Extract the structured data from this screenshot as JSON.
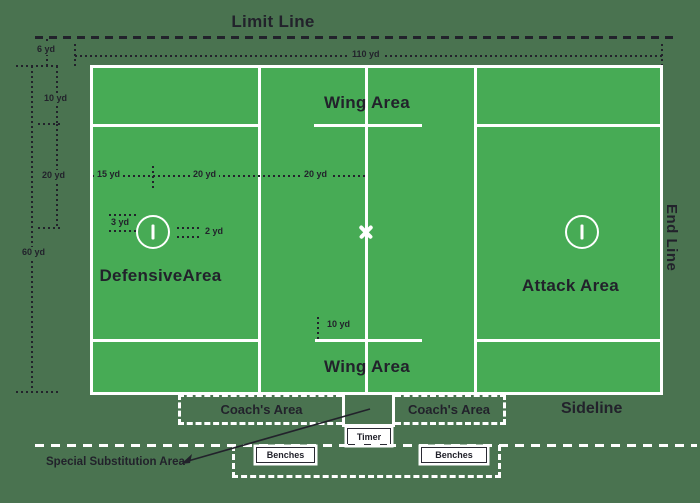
{
  "colors": {
    "background": "#4a7350",
    "field_green": "#47ab55",
    "line_white": "#ffffff",
    "ink": "#22222b"
  },
  "header": {
    "limit_line": "Limit Line"
  },
  "field": {
    "areas": {
      "wing_top": "Wing Area",
      "wing_bottom": "Wing Area",
      "defensive": "DefensiveArea",
      "attack": "Attack Area"
    }
  },
  "dimensions": {
    "limit_offset": "6 yd",
    "wing_depth": "10 yd",
    "restraining_depth": "20 yd",
    "field_width": "60 yd",
    "field_length": "110 yd",
    "goal_from_end": "15 yd",
    "goal_to_restraining": "20 yd",
    "restraining_to_center": "20 yd",
    "crease_radius": "3 yd",
    "goal_width": "2 yd",
    "wing_line_length": "10 yd"
  },
  "labels": {
    "end_line": "End Line",
    "sideline": "Sideline",
    "special_substitution_area": "Special Substitution Area"
  },
  "bottom": {
    "coach_left": "Coach's Area",
    "coach_right": "Coach's Area",
    "timer": "Timer",
    "benches_left": "Benches",
    "benches_right": "Benches"
  }
}
